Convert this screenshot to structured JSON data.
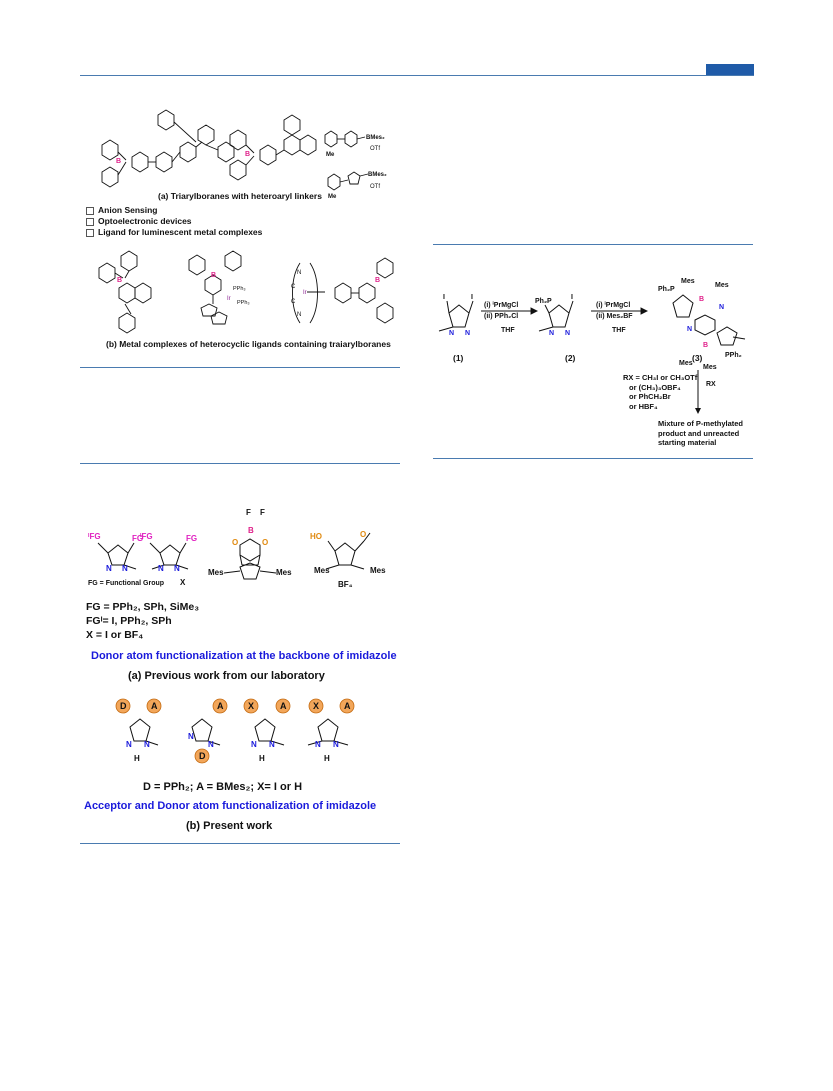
{
  "panel_a_caption": "(a) Triarylboranes with heteroaryl linkers",
  "panel_b_caption": "(b) Metal complexes of heterocyclic ligands containing traiarylboranes",
  "applications": [
    "Anion Sensing",
    "Optoelectronic devices",
    "Ligand for luminescent metal complexes"
  ],
  "prev_fg_note": "FG = Functional Group",
  "prev_lines": [
    "FG = PPh₂, SPh, SiMe₃",
    "FGᴵ= I, PPh₂, SPh",
    "X = I or BF₄"
  ],
  "prev_blue": "Donor atom functionalization at the backbone of imidazole",
  "prev_caption": "(a) Previous work from our laboratory",
  "present_line": "D = PPh₂; A = BMes₂; X= I or H",
  "present_blue": "Acceptor and Donor atom functionalization of imidazole",
  "present_caption": "(b) Present work",
  "scheme": {
    "step1": [
      "(i) ⁱPrMgCl",
      "(ii) PPh₂Cl",
      "THF"
    ],
    "step2": [
      "(i) ⁱPrMgCl",
      "(ii) Mes₂BF",
      "THF"
    ],
    "labels": [
      "(1)",
      "(2)",
      "(3)"
    ],
    "rx": [
      "RX = CH₃I or CH₃OTf",
      "or (CH₃)₃OBF₄",
      "or PhCH₂Br",
      "or HBF₄"
    ],
    "rx_arrow": "RX",
    "outcome": [
      "Mixture of P-methylated",
      "product and unreacted",
      "starting material"
    ]
  },
  "badges": {
    "D": "D",
    "A": "A",
    "X": "X"
  },
  "atoms": {
    "N": "N",
    "B": "B",
    "I": "I",
    "H": "H",
    "F": "F",
    "O": "O",
    "Me": "Me",
    "Mes": "Mes",
    "Ph2P": "Ph₂P",
    "PPh2": "PPh₂",
    "HO": "HO",
    "OTf": "OTf",
    "BMes2": "BMes₂",
    "FG": "FG",
    "IFG": "ᴵFG",
    "X": "X",
    "BF4": "BF₄",
    "PPh3": "PPh₃",
    "Ir": "Ir",
    "C": "C",
    "S": "S"
  }
}
